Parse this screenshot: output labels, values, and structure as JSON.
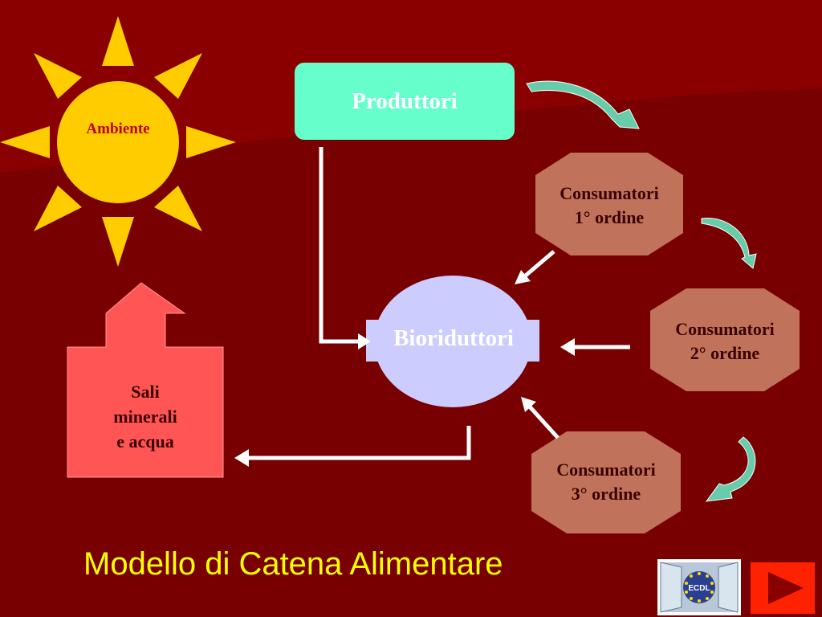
{
  "slide": {
    "title": "Modello di Catena Alimentare"
  },
  "nodes": {
    "ambiente": "Ambiente",
    "produttori": "Produttori",
    "bioriduttori": "Bioriduttori",
    "consumatori1": [
      "Consumatori",
      "1° ordine"
    ],
    "consumatori2": [
      "Consumatori",
      "2° ordine"
    ],
    "consumatori3": [
      "Consumatori",
      "3° ordine"
    ],
    "sali": [
      "Sali",
      "minerali",
      "e acqua"
    ]
  },
  "logo": {
    "text": "ECDL"
  },
  "colors": {
    "background": "#780000",
    "title": "#ffff00",
    "sun": "#ffcc00",
    "produttori": "#66ffcc",
    "bioriduttori": "#ccccff",
    "consumatori": "#c0735a",
    "sali": "#ff5555",
    "curved_arrows": "#66ccaa",
    "next_button": "#ff2200"
  },
  "icons": {
    "next": "play-triangle-icon",
    "logo": "ecdl-window-logo-icon"
  }
}
